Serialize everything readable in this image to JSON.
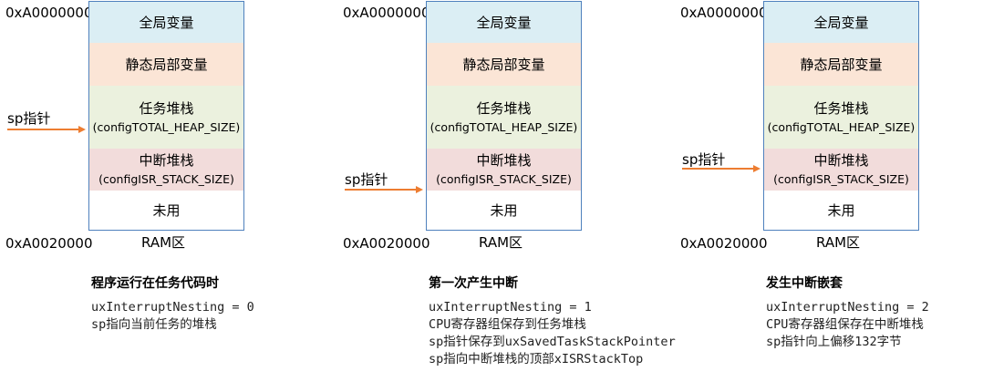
{
  "memory": {
    "addr_top": "0xA0000000",
    "addr_bottom": "0xA0020000",
    "ram_label": "RAM区",
    "global_vars": "全局变量",
    "static_local_vars": "静态局部变量",
    "task_stack": "任务堆栈",
    "task_stack_size": "(configTOTAL_HEAP_SIZE)",
    "isr_stack": "中断堆栈",
    "isr_stack_size": "(configISR_STACK_SIZE)",
    "unused": "未用",
    "sp_label": "sp指针"
  },
  "colors": {
    "global": "#dbeef4",
    "static": "#fbe5d6",
    "task": "#ebf1de",
    "isr": "#f2dcdb",
    "border": "#4f81bd",
    "arrow": "#ed7d31"
  },
  "panels": [
    {
      "title": "程序运行在任务代码时",
      "lines": [
        "uxInterruptNesting = 0",
        "sp指向当前任务的堆栈"
      ]
    },
    {
      "title": "第一次产生中断",
      "lines": [
        "uxInterruptNesting = 1",
        "CPU寄存器组保存到任务堆栈",
        "sp指针保存到uxSavedTaskStackPointer",
        "sp指向中断堆栈的顶部xISRStackTop"
      ]
    },
    {
      "title": "发生中断嵌套",
      "lines": [
        "uxInterruptNesting = 2",
        "CPU寄存器组保存在中断堆栈",
        "sp指针向上偏移132字节"
      ]
    }
  ]
}
